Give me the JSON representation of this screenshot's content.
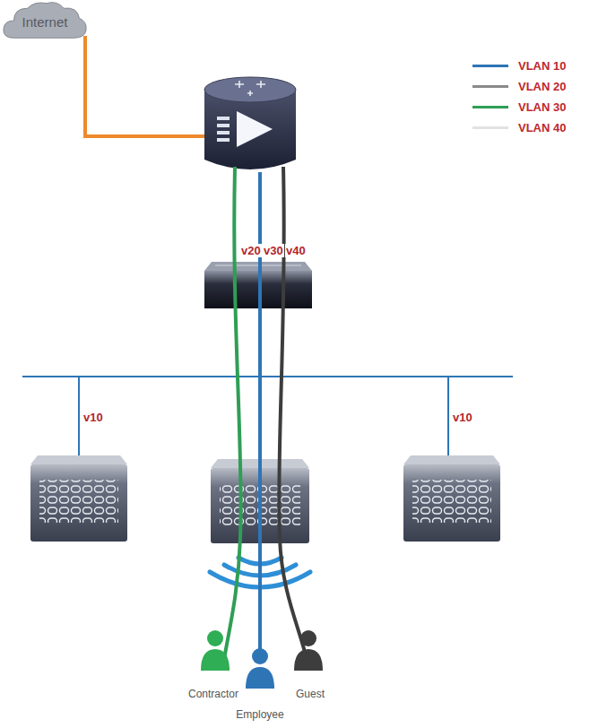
{
  "diagram": {
    "nodes": [
      {
        "text": [
          "Internet"
        ]
      }
    ],
    "labels": [
      "v20",
      "v30",
      "v40",
      "v10",
      "v10",
      "Contractor",
      "Employee",
      "Guest"
    ],
    "legend": [
      {
        "text": "VLAN 10",
        "color": "#2e75b6"
      },
      {
        "text": "VLAN 20",
        "color": "#8a8a8a"
      },
      {
        "text": "VLAN 30",
        "color": "#2f9e55"
      },
      {
        "text": "VLAN 40",
        "color": "#e2e2e2"
      }
    ]
  }
}
